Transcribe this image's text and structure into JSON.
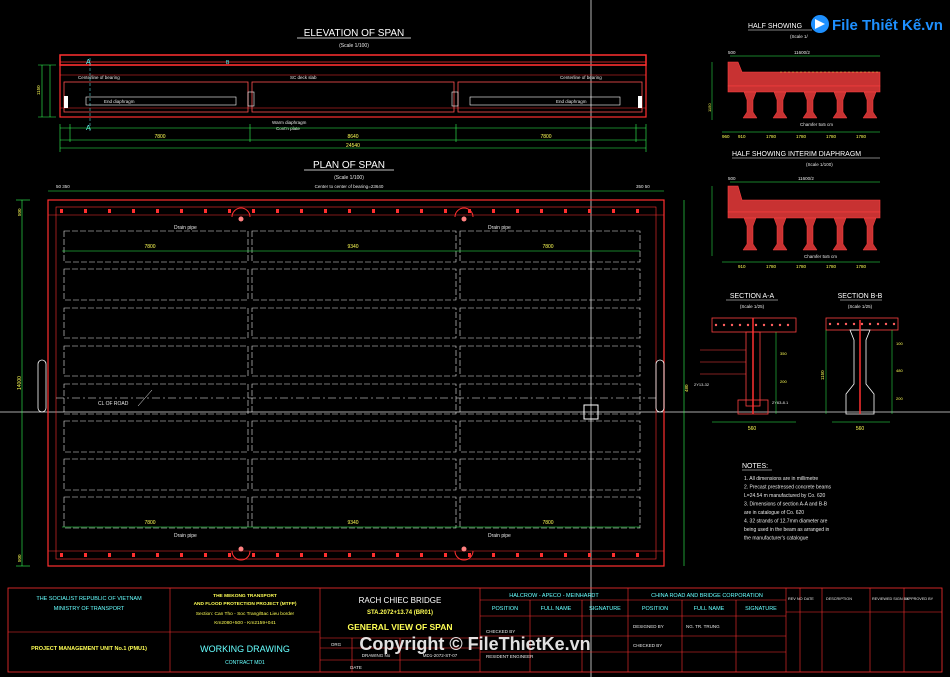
{
  "elevation": {
    "title": "ELEVATION OF SPAN",
    "scale": "(Scale 1/100)",
    "left_label": "Centerline of bearing",
    "mid_label": "SC deck slab",
    "right_label": "Centerline of bearing",
    "end_diaphragm_left": "End diaphragm",
    "end_diaphragm_right": "End diaphragm",
    "warm_diaphragm": "Warm diaphragm",
    "cont_plate": "Cont'n plate",
    "dim_left": "7800",
    "dim_mid": "8640",
    "dim_right": "7800",
    "dim_total": "24540",
    "section_mark_a": "A",
    "section_mark_b": "B"
  },
  "plan": {
    "title": "PLAN OF SPAN",
    "scale": "(Scale 1/100)",
    "center_label": "Center to center of bearing=23640",
    "drain_pipe": "Drain pipe",
    "cl_road": "CL OF ROAD",
    "dim_left": "7800",
    "dim_mid": "9340",
    "dim_right": "7800",
    "width": "14000",
    "left_top_dim": "50  350",
    "right_top_dim": "350  50"
  },
  "half_sections": {
    "top_title": "HALF SHOWING",
    "top_scale": "(Scale 1/",
    "bottom_title": "HALF SHOWING INTERIM DIAPHRAGM",
    "bottom_scale": "(Scale 1/100)",
    "width_label": "11600/2",
    "chamfer": "Chamfer 5x5 cm",
    "dim_960": "960",
    "dim_910": "910",
    "dim_1780": "1780"
  },
  "section_a": {
    "title": "SECTION A-A",
    "scale": "(Scale 1/25)",
    "width": "560",
    "label_1": "2Y13-32",
    "label_2": "2Y63-8.1"
  },
  "section_b": {
    "title": "SECTION B-B",
    "scale": "(Scale 1/25)",
    "width": "560",
    "height": "1150"
  },
  "notes": {
    "title": "NOTES:",
    "items": [
      "1. All dimensions are in millimetre",
      "2. Precast prestressed concrete beams",
      "   L=24.54 m manufactured by Co. 620",
      "3. Dimensions of section A-A and B-B",
      "   are in catalogue of Co. 620",
      "4. 32 strands of 12.7mm diameter are",
      "   being used in the beam as arranged in",
      "   the manufacturer's catalogue"
    ]
  },
  "title_block": {
    "country": "THE SOCIALIST REPUBLIC OF VIETNAM",
    "ministry": "MINISTRY OF TRANSPORT",
    "pmu": "PROJECT MANAGEMENT UNIT No.1 (PMU1)",
    "project_line1": "THE MEKONG TRANSPORT",
    "project_line2": "AND FLOOD PROTECTION PROJECT (MTFP)",
    "section_line": "Section: Can Tho - Soc Trang/Bac Lieu border",
    "km_line": "Km2080+500 - Km2159+041",
    "working_drawing": "WORKING DRAWING",
    "contract": "CONTRACT MD1",
    "bridge": "RACH CHIEC BRIDGE",
    "sta": "STA.2072+13.74 (BR01)",
    "drawing_title": "GENERAL VIEW OF SPAN",
    "drawing_no_label": "DRAWING No",
    "drawing_no": "MD1-2072-ST-07",
    "date_label": "DATE",
    "org_label": "ORG",
    "consultant": "HALCROW - APECO - MEINHARDT",
    "contractor": "CHINA ROAD AND BRIDGE CORPORATION",
    "col_position": "POSITION",
    "col_fullname": "FULL NAME",
    "col_signature": "SIGNATURE",
    "checked_by": "CHECKED BY",
    "resident_engineer": "RESIDENT ENGINEER",
    "designed_by": "DESIGNED BY",
    "designer_name": "NG. TR. TRUNG",
    "rev": "REV NO",
    "date_col": "DATE",
    "description": "DESCRIPTION",
    "reviewed": "REVIEWED SIGN BY",
    "approved": "APPROVED BY"
  },
  "watermark": {
    "logo": "File Thiết Kế.vn",
    "copyright": "Copyright © FileThietKe.vn"
  },
  "colors": {
    "background": "#000000",
    "beam_red": "#ff3030",
    "dim_green": "#33ff55",
    "text_yellow": "#ffff55",
    "text_white": "#e8e8e8",
    "text_cyan": "#66ffff"
  }
}
